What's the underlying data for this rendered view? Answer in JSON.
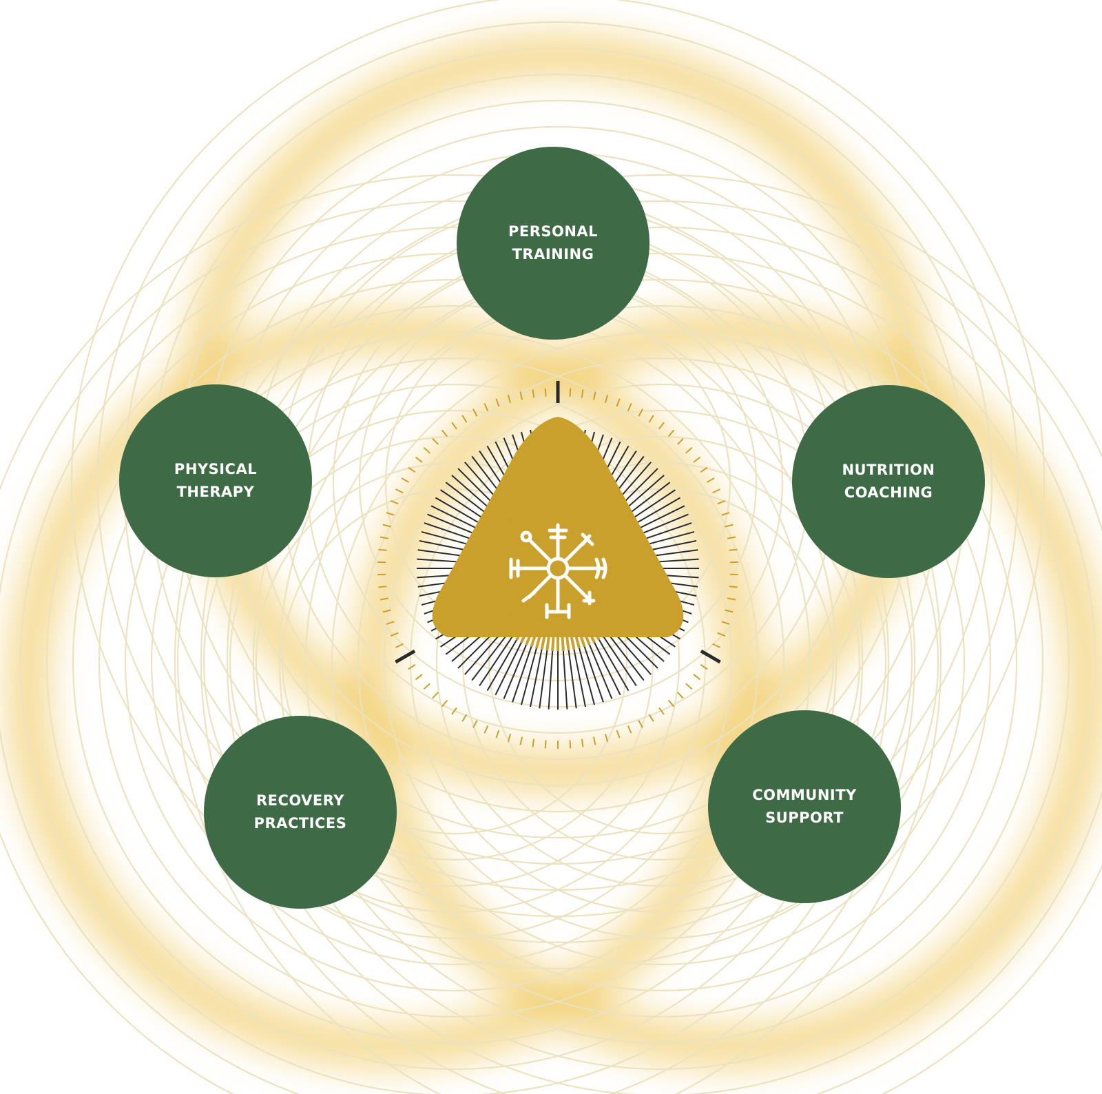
{
  "colors": {
    "node_fill": "#3e6a45",
    "node_text": "#ffffff",
    "gold": "#c9a02c",
    "ring_line": "#ece2bf",
    "glow": "#f1cf6e",
    "dark_tick": "#2a2a2a"
  },
  "center": {
    "icon": "vegvisir-compass-icon"
  },
  "nodes": [
    {
      "label": "PERSONAL\nTRAINING"
    },
    {
      "label": "NUTRITION\nCOACHING"
    },
    {
      "label": "COMMUNITY\nSUPPORT"
    },
    {
      "label": "RECOVERY\nPRACTICES"
    },
    {
      "label": "PHYSICAL\nTHERAPY"
    }
  ]
}
